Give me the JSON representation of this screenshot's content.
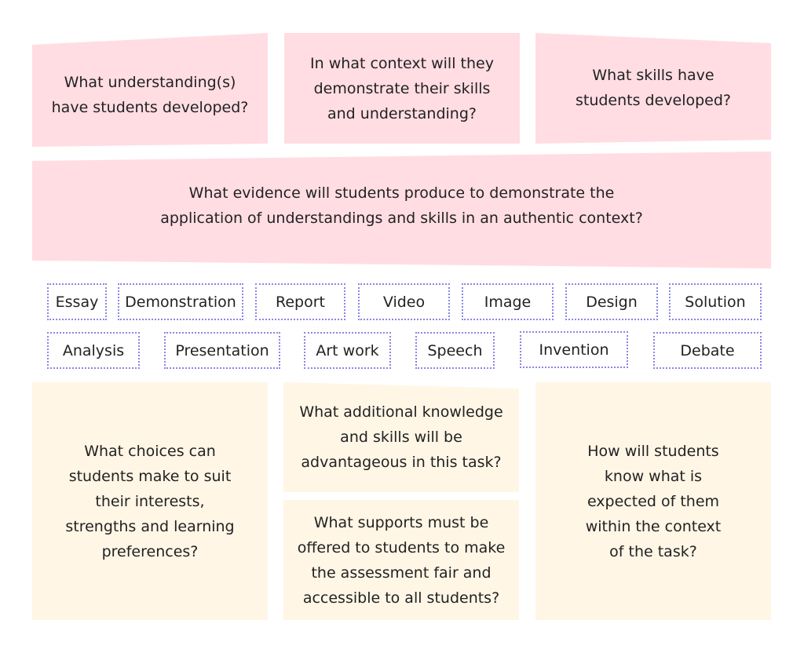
{
  "top_boxes": [
    "What understanding(s)\nhave students developed?",
    "In what context will they\ndemonstrate their skills\nand understanding?",
    "What skills have\nstudents developed?"
  ],
  "evidence_box": "What evidence will students produce to demonstrate the\napplication of understandings and skills in an authentic context?",
  "tags_row1": [
    "Essay",
    "Demonstration",
    "Report",
    "Video",
    "Image",
    "Design",
    "Solution"
  ],
  "tags_row2": [
    "Analysis",
    "Presentation",
    "Art work",
    "Speech",
    "Invention",
    "Debate"
  ],
  "bottom_boxes": [
    "What choices can\nstudents make to suit\ntheir interests,\nstrengths and learning\npreferences?",
    "What additional knowledge\nand skills will be\nadvantageous in this task?",
    "What supports must be\noffered to students to make\nthe assessment fair and\naccessible to all students?",
    "How will students\nknow what is\nexpected of them\nwithin the context\nof the task?"
  ],
  "colors": {
    "pink": "#ffdde3",
    "cream": "#fff6e6",
    "tag_border": "#8a86e6"
  }
}
